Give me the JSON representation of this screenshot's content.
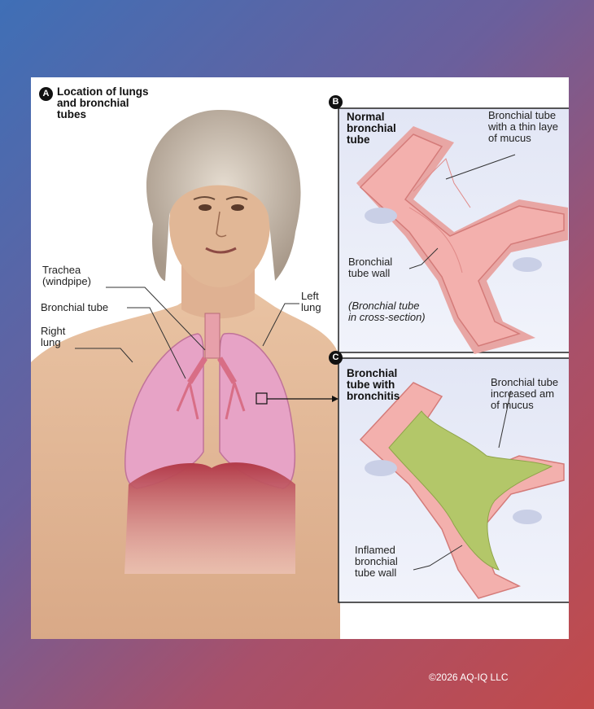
{
  "panel_a": {
    "badge": "A",
    "title": "Location of lungs\nand bronchial\ntubes",
    "labels": {
      "trachea": "Trachea\n(windpipe)",
      "bronchial_tube": "Bronchial tube",
      "right_lung": "Right\nlung",
      "left_lung": "Left\nlung"
    }
  },
  "panel_b": {
    "badge": "B",
    "title": "Normal\nbronchial\ntube",
    "labels": {
      "mucus": "Bronchial tube\nwith a thin laye\nof mucus",
      "wall": "Bronchial\ntube wall",
      "caption": "(Bronchial tube\nin cross-section)"
    }
  },
  "panel_c": {
    "badge": "C",
    "title": "Bronchial\ntube with\nbronchitis",
    "labels": {
      "mucus": "Bronchial tube\nincreased am\nof mucus",
      "wall": "Inflamed\nbronchial\ntube wall"
    }
  },
  "footer": {
    "copyright": "©2026 AQ-IQ LLC"
  },
  "colors": {
    "lung": "#e7a3c6",
    "tube_wall": "#f3b0ad",
    "mucus": "#b3c769",
    "panel_bg": "#e9ecf7"
  }
}
